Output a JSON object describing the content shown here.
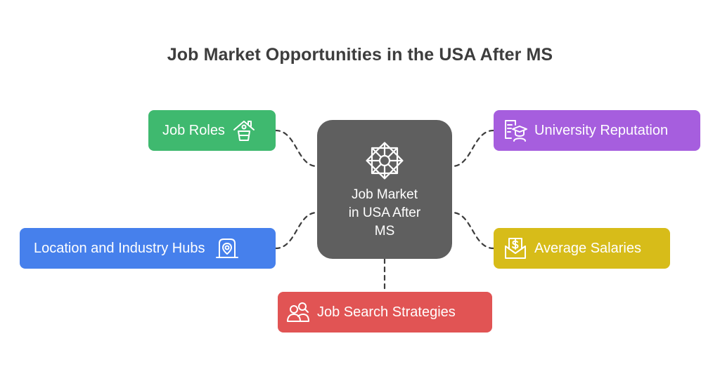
{
  "title": "Job Market Opportunities in the USA After MS",
  "center": {
    "label": "Job Market\nin USA After\nMS",
    "icon": "star-flower-icon",
    "color": "#5f5f5f"
  },
  "nodes": {
    "job_roles": {
      "label": "Job Roles",
      "icon": "house-ladder-icon",
      "color": "#3fb96f"
    },
    "location_hubs": {
      "label": "Location and Industry Hubs",
      "icon": "location-device-icon",
      "color": "#4680ec"
    },
    "university_reputation": {
      "label": "University Reputation",
      "icon": "graduate-certificate-icon",
      "color": "#a65ede"
    },
    "average_salaries": {
      "label": "Average Salaries",
      "icon": "dollar-envelope-icon",
      "color": "#d7bc19"
    },
    "job_search": {
      "label": "Job Search Strategies",
      "icon": "people-search-icon",
      "color": "#e15454"
    }
  },
  "connector_color": "#3d3d3d"
}
